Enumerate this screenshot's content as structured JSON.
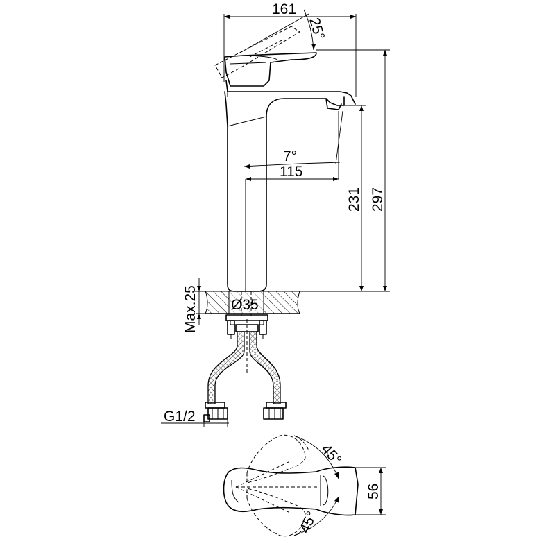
{
  "dimensions": {
    "width_top": "161",
    "handle_angle": "25°",
    "spout_tilt": "7°",
    "spout_reach": "115",
    "spout_height": "231",
    "total_height": "297",
    "max_thickness": "Max.25",
    "hole_diameter": "Ø35",
    "thread": "G1/2",
    "rotation_upper": "45°",
    "rotation_lower": "45°",
    "handle_width": "56"
  }
}
